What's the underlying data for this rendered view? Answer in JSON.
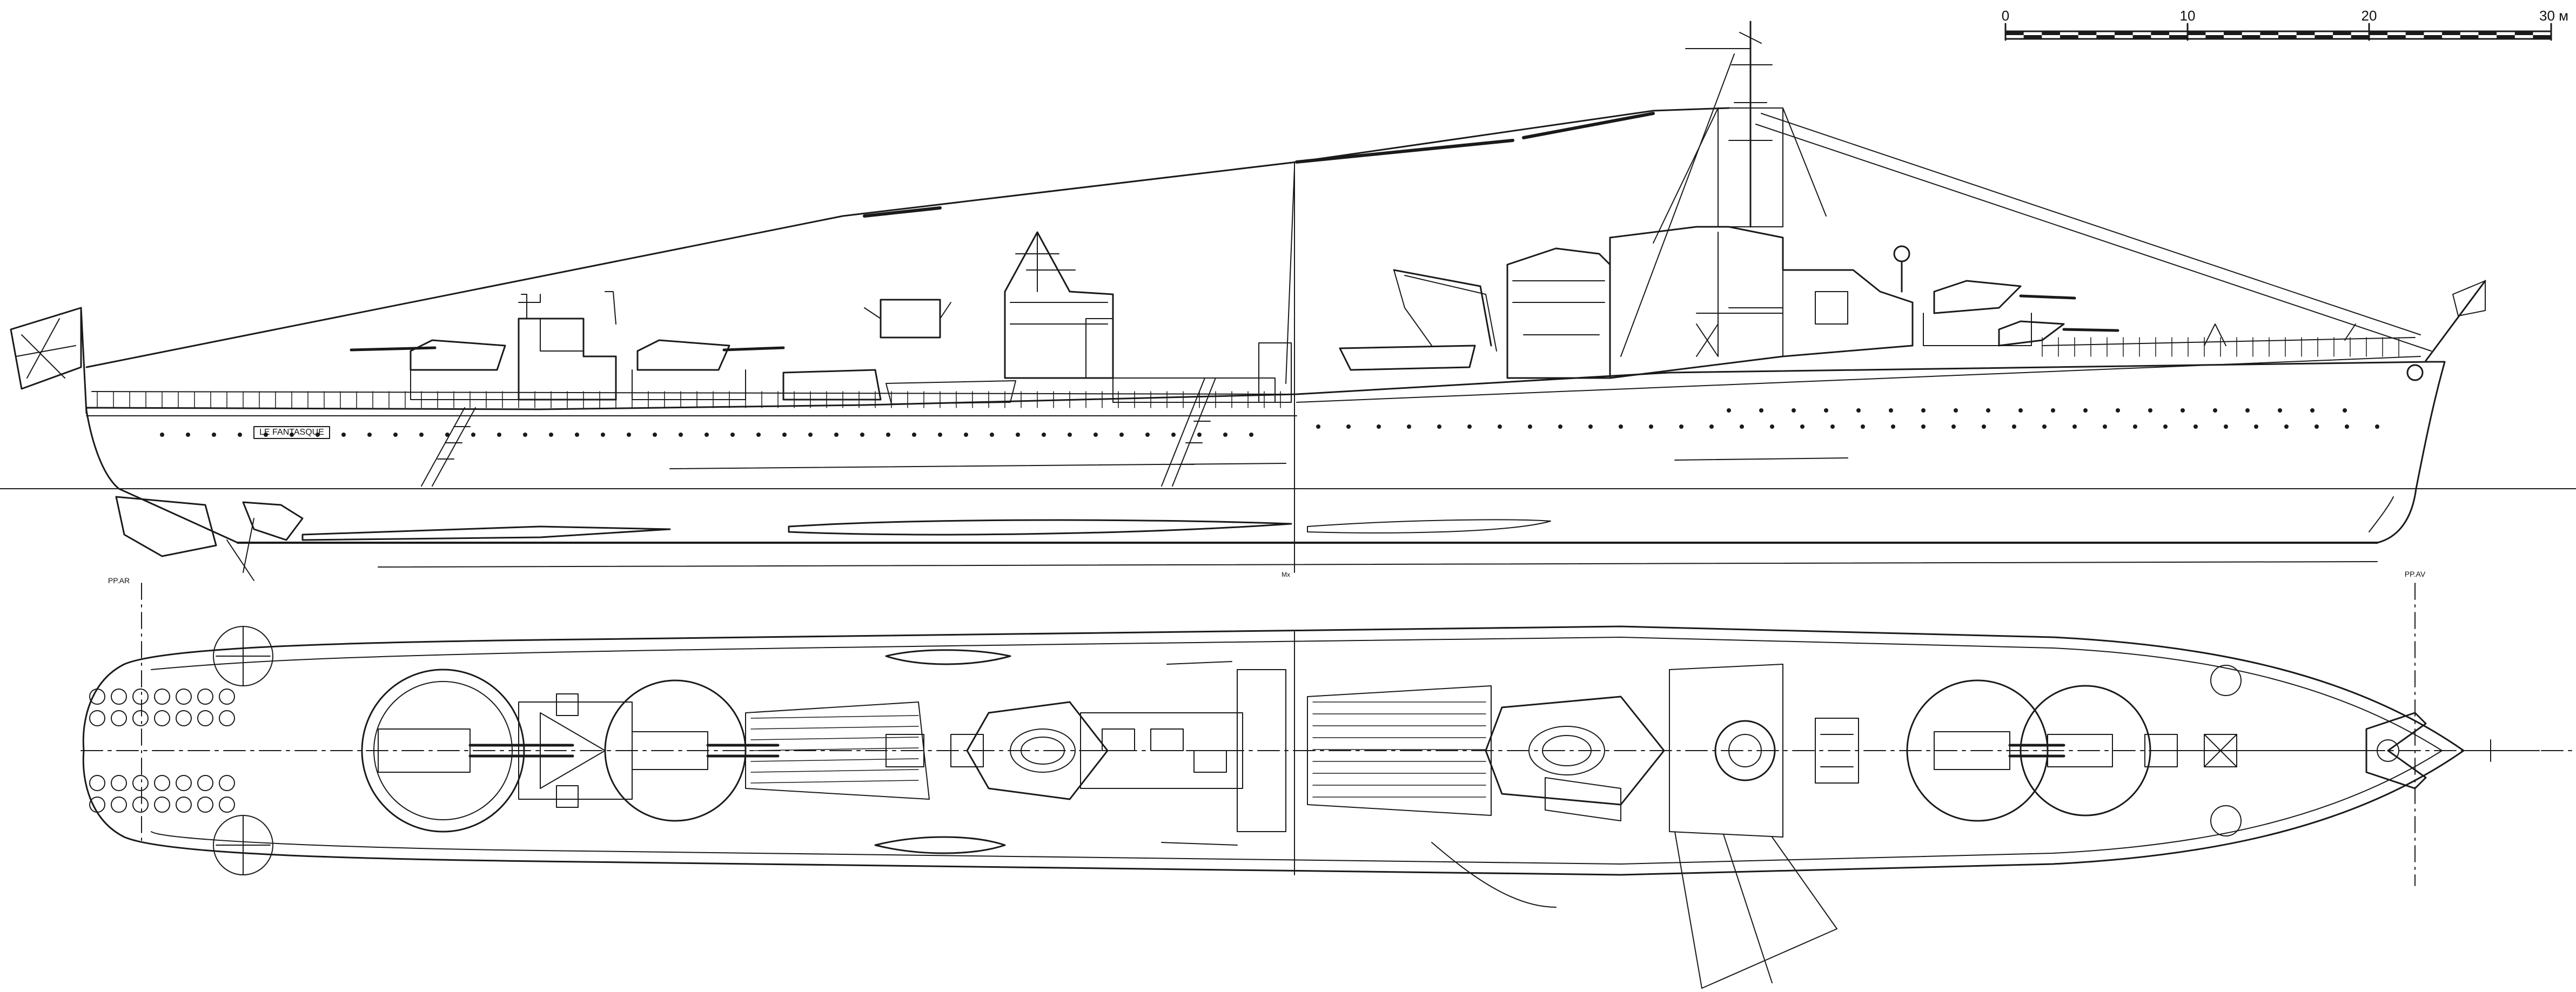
{
  "figure": {
    "kind": "ship line drawing (side profile and top plan)",
    "colors": {
      "ink": "#1a1a1a",
      "paper": "#ffffff"
    }
  },
  "scale_bar": {
    "labels": [
      "0",
      "10",
      "20",
      "30 м"
    ],
    "unit": "м"
  },
  "hull_markings": {
    "name_plate": "LE FANTASQUE",
    "stern_perpendicular": "PP.AR",
    "midship_mark": "Mx",
    "bow_perpendicular": "PP.AV"
  }
}
